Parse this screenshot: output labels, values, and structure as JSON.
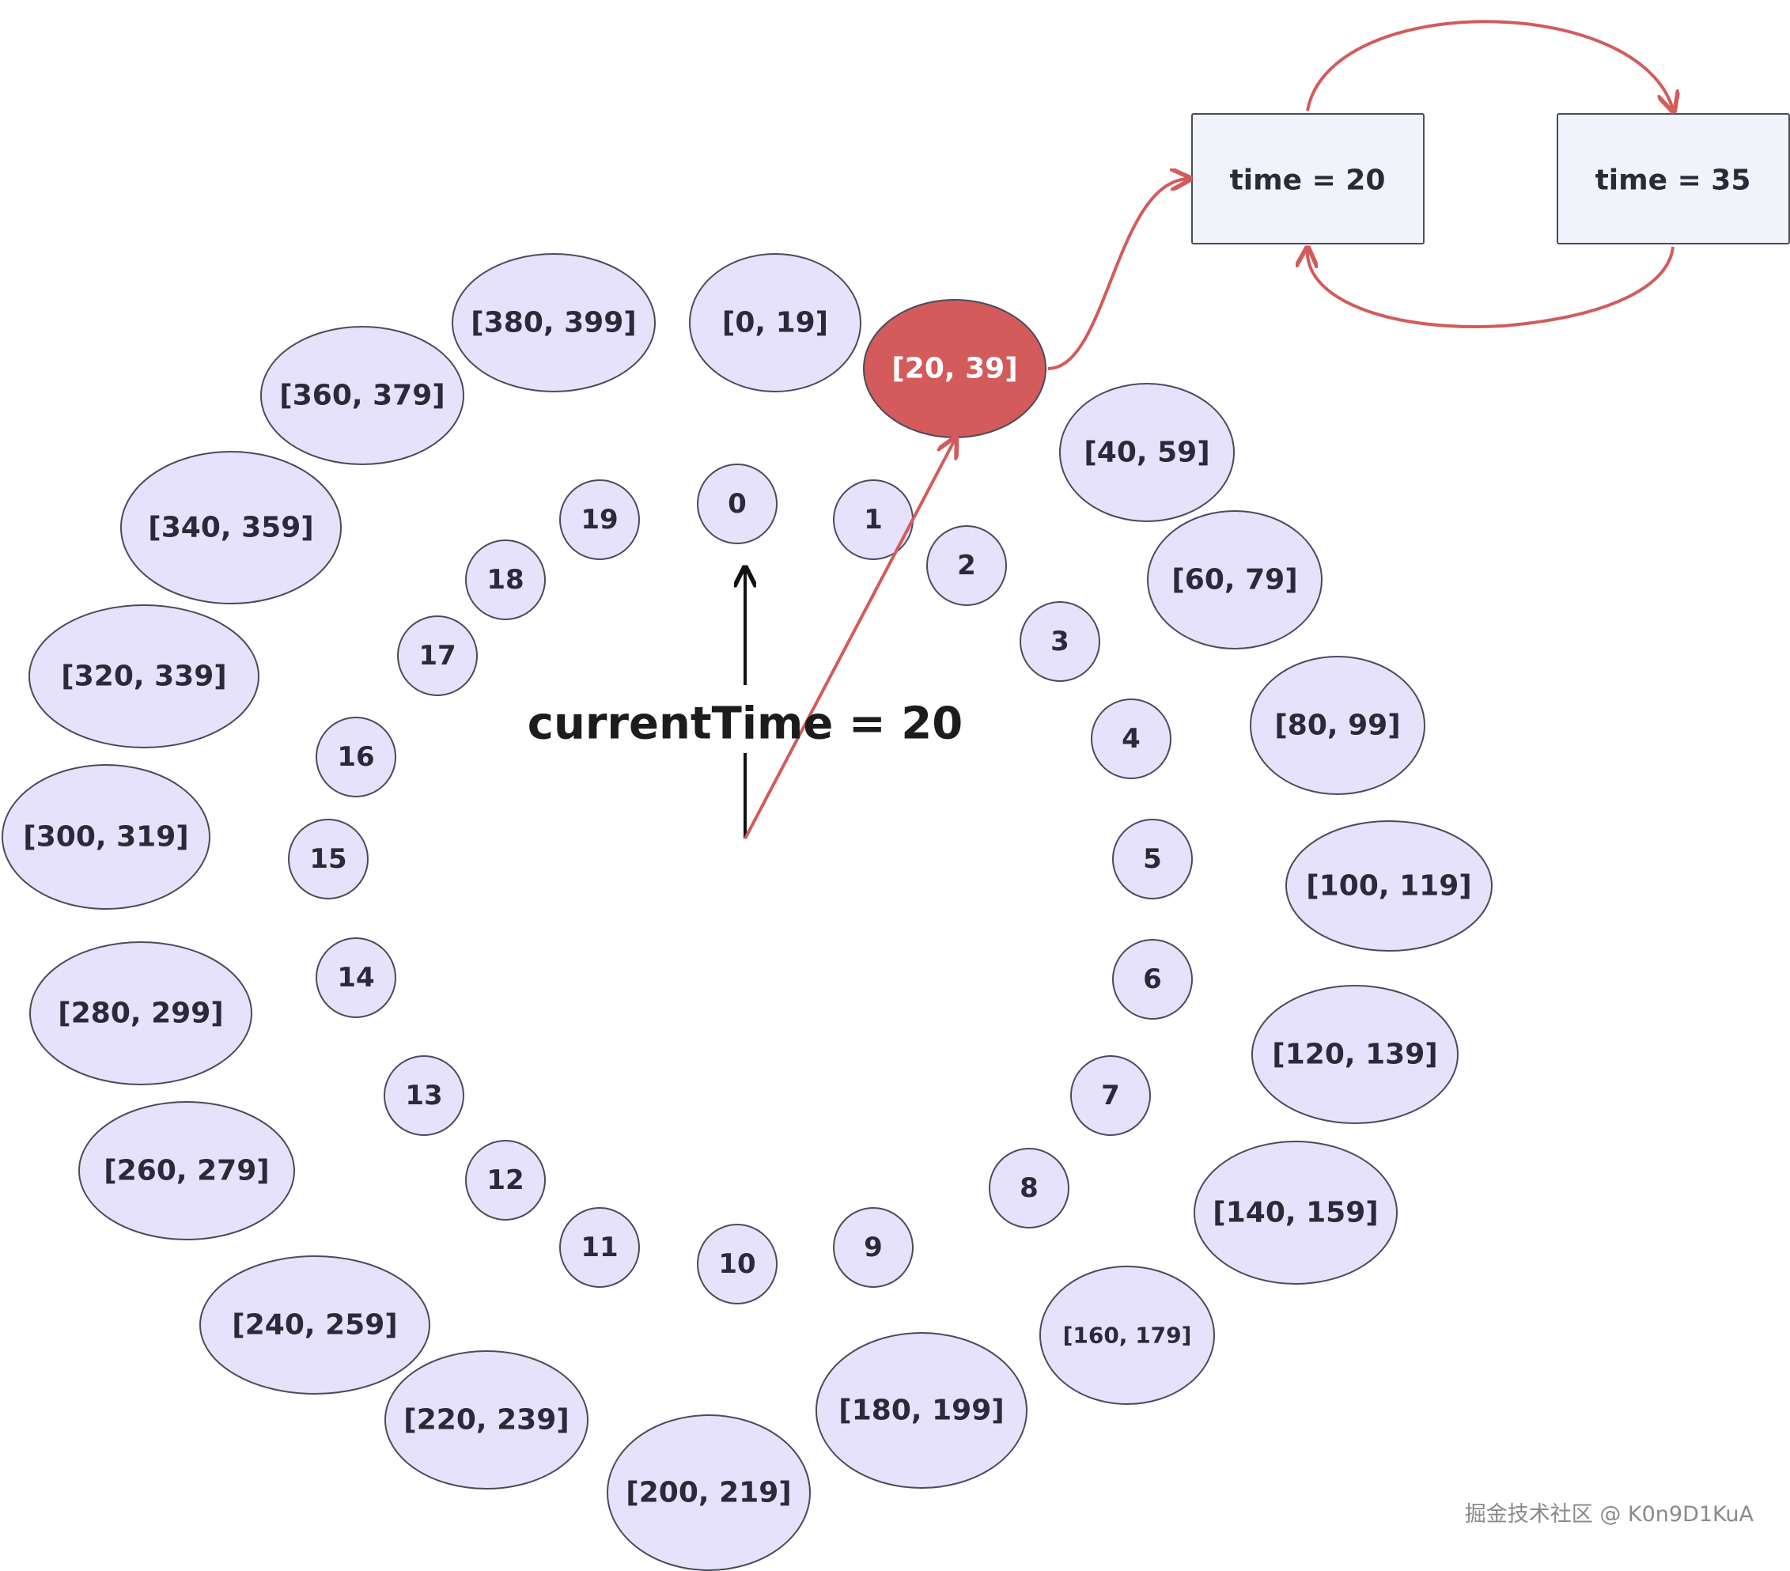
{
  "center_label": "currentTime = 20",
  "colors": {
    "node_fill": "#e6e2fb",
    "node_stroke": "#4b4b5a",
    "active_fill": "#d35b5b",
    "active_text": "#ffffff",
    "arrow_red": "#d35b5b",
    "task_fill": "#f1f3fa"
  },
  "ring_labels": [
    "[0, 19]",
    "[20, 39]",
    "[40, 59]",
    "[60, 79]",
    "[80, 99]",
    "[100, 119]",
    "[120, 139]",
    "[140, 159]",
    "[160, 179]",
    "[180, 199]",
    "[200, 219]",
    "[220, 239]",
    "[240, 259]",
    "[260, 279]",
    "[280, 299]",
    "[300, 319]",
    "[320, 339]",
    "[340, 359]",
    "[360, 379]",
    "[380, 399]"
  ],
  "active_ring_index": 1,
  "slot_labels": [
    "0",
    "1",
    "2",
    "3",
    "4",
    "5",
    "6",
    "7",
    "8",
    "9",
    "10",
    "11",
    "12",
    "13",
    "14",
    "15",
    "16",
    "17",
    "18",
    "19"
  ],
  "tasks": [
    {
      "label": "time = 20"
    },
    {
      "label": "time = 35"
    }
  ],
  "watermark": "掘金技术社区 @ K0n9D1KuA"
}
